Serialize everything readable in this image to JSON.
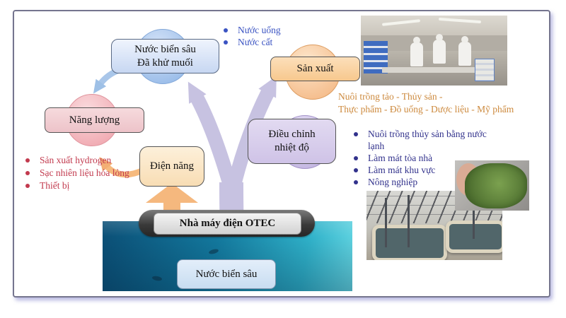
{
  "slide": {
    "title_context": "OTEC uses diagram",
    "nodes": {
      "desalinated": {
        "line1": "Nước biển sâu",
        "line2": "Đã khử muối"
      },
      "energy": {
        "label": "Năng lượng"
      },
      "electricity": {
        "label": "Điện năng"
      },
      "production": {
        "label": "Sản xuất"
      },
      "temperature": {
        "line1": "Điều chỉnh",
        "line2": "nhiệt độ"
      },
      "otec_plant": {
        "label": "Nhà máy điện OTEC"
      },
      "deep_seawater": {
        "label": "Nước biển sâu"
      }
    },
    "lists": {
      "water_uses": {
        "items": [
          "Nước uống",
          "Nước cất"
        ],
        "color": "#3a53c2"
      },
      "energy_uses": {
        "items": [
          "Sản xuất hydrogen",
          "Sạc nhiên liệu hóa lỏng",
          "Thiết bị"
        ],
        "color": "#c23a4e"
      },
      "production_uses": {
        "line1": "Nuôi trồng tảo - Thủy sản -",
        "line2": "Thực phẩm - Đồ uống - Dược liệu - Mỹ phẩm",
        "color": "#cd8a3e"
      },
      "cooling_uses": {
        "items": [
          "Nuôi trồng thủy sản bằng nước lạnh",
          "Làm mát tòa nhà",
          "Làm mát khu vực",
          "Nông nghiệp"
        ],
        "color": "#32328c"
      }
    },
    "photos": {
      "factory": "factory-interior-photo",
      "seaweed": "hand-holding-seaweed-photo",
      "tanks": "aquaculture-tanks-greenhouse-photo",
      "ocean": "deep-ocean-photo"
    },
    "colors": {
      "arrow_lavender": "#c7c2e1",
      "arrow_light_blue": "#a9c6e9",
      "arrow_orange": "#f5b87e",
      "node_blue": "#8db4e6",
      "node_pink": "#ee9fa8",
      "node_orange": "#f3b37d",
      "node_purple": "#bcadde",
      "border_slide": "#75758e"
    }
  }
}
